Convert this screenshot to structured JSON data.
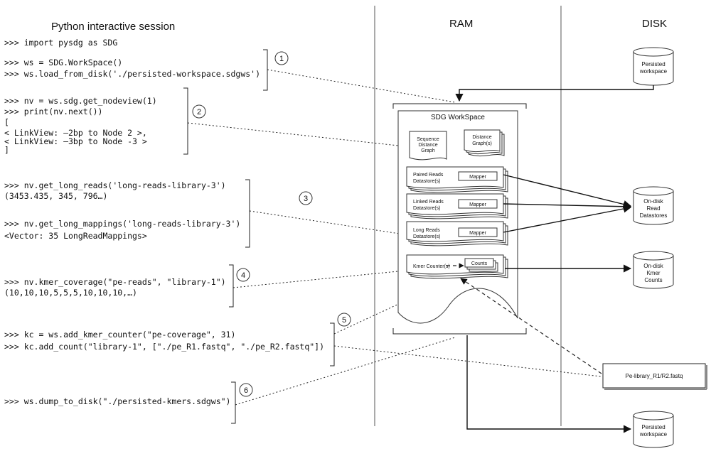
{
  "headers": {
    "python": "Python interactive session",
    "ram": "RAM",
    "disk": "DISK"
  },
  "code": [
    ">>> import pysdg as SDG",
    ">>> ws = SDG.WorkSpace()",
    ">>> ws.load_from_disk('./persisted-workspace.sdgws')",
    ">>> nv = ws.sdg.get_nodeview(1)",
    ">>> print(nv.next())",
    "[",
    "< LinkView: –2bp to Node 2 >,",
    "< LinkView: –3bp to Node -3 >",
    "]",
    ">>> nv.get_long_reads('long-reads-library-3')",
    "(3453.435, 345, 796…)",
    ">>> nv.get_long_mappings('long-reads-library-3')",
    "<Vector: 35 LongReadMappings>",
    ">>> nv.kmer_coverage(\"pe-reads\", \"library-1\")",
    "(10,10,10,5,5,5,10,10,10,…)",
    ">>> kc = ws.add_kmer_counter(\"pe-coverage\", 31)",
    ">>> kc.add_count(\"library-1\", [\"./pe_R1.fastq\", \"./pe_R2.fastq\"])",
    ">>> ws.dump_to_disk(\"./persisted-kmers.sdgws\")"
  ],
  "steps": [
    "1",
    "2",
    "3",
    "4",
    "5",
    "6"
  ],
  "workspace": {
    "title": "SDG WorkSpace",
    "sdg_line1": "Sequence",
    "sdg_line2": "Distance",
    "sdg_line3": "Graph",
    "dg_line1": "Distance",
    "dg_line2": "Graph(s)",
    "paired_line1": "Paired Reads",
    "paired_line2": "Datastore(s)",
    "linked_line1": "Linked Reads",
    "linked_line2": "Datastore(s)",
    "long_line1": "Long Reads",
    "long_line2": "Datastore(s)",
    "mapper": "Mapper",
    "kmer_counter": "Kmer Counter(s)",
    "counts": "Counts"
  },
  "disk": {
    "persisted_top_line1": "Persisted",
    "persisted_top_line2": "workspace",
    "read_line1": "On-disk",
    "read_line2": "Read",
    "read_line3": "Datastores",
    "kmer_line1": "On-disk",
    "kmer_line2": "Kmer",
    "kmer_line3": "Counts",
    "fastq": "Pe-library_R1/R2.fastq",
    "persisted_bottom_line1": "Persisted",
    "persisted_bottom_line2": "workspace"
  }
}
